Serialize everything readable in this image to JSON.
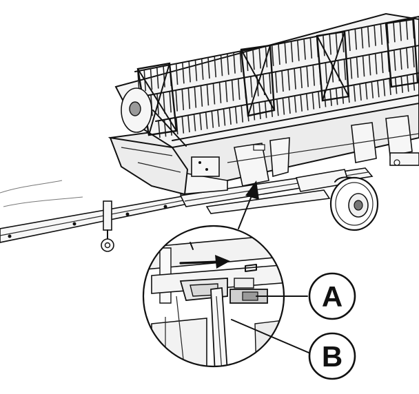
{
  "callouts": [
    {
      "id": "A",
      "label": "A"
    },
    {
      "id": "B",
      "label": "B"
    }
  ],
  "colors": {
    "line": "#111111",
    "background": "#ffffff",
    "shading": "#ececec",
    "dark_part": "#9a9a9a"
  }
}
